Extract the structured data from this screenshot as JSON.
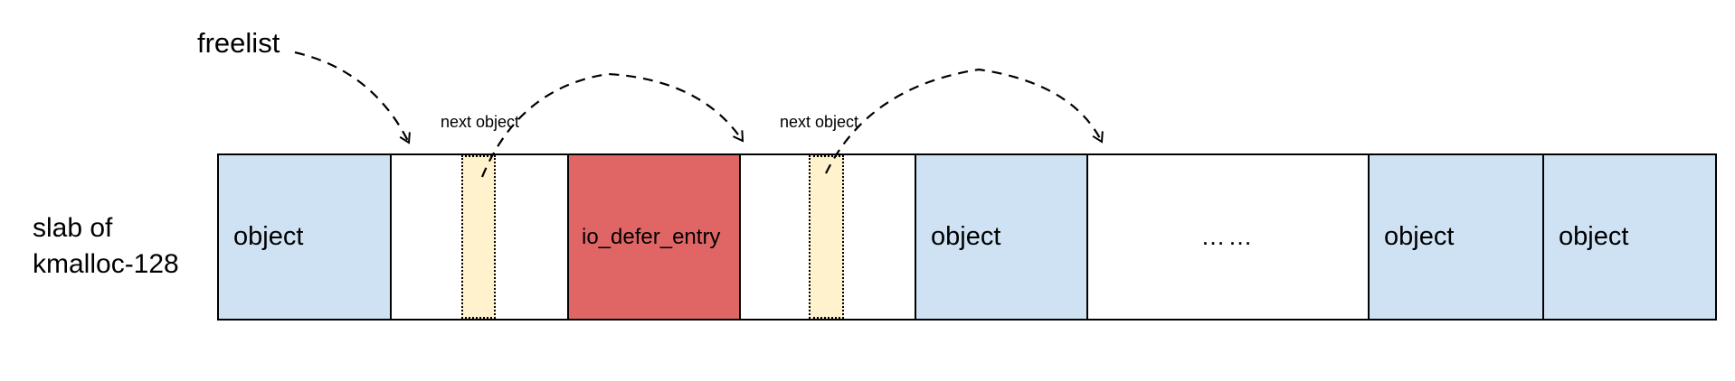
{
  "labels": {
    "freelist": "freelist",
    "slab_line1": "slab of",
    "slab_line2": "kmalloc-128",
    "next_object_1": "next object",
    "next_object_2": "next object"
  },
  "slab": {
    "slots": [
      {
        "kind": "allocated-object",
        "label": "object"
      },
      {
        "kind": "free-slot",
        "label": ""
      },
      {
        "kind": "victim-object",
        "label": "io_defer_entry"
      },
      {
        "kind": "free-slot",
        "label": ""
      },
      {
        "kind": "allocated-object",
        "label": "object"
      },
      {
        "kind": "ellipsis",
        "label": "……"
      },
      {
        "kind": "allocated-object",
        "label": "object"
      },
      {
        "kind": "allocated-object",
        "label": "object"
      }
    ]
  },
  "arrows": [
    {
      "name": "freelist-to-free-slot-1",
      "style": "dashed"
    },
    {
      "name": "free-slot-1-next-to-free-slot-2",
      "style": "dashed"
    },
    {
      "name": "free-slot-2-next-to-remaining-free-area",
      "style": "dashed"
    }
  ],
  "colors": {
    "object_fill": "#cfe2f3",
    "victim_fill": "#e06666",
    "pointer_fill": "#fff2cc",
    "line": "#000000",
    "background": "#ffffff"
  }
}
